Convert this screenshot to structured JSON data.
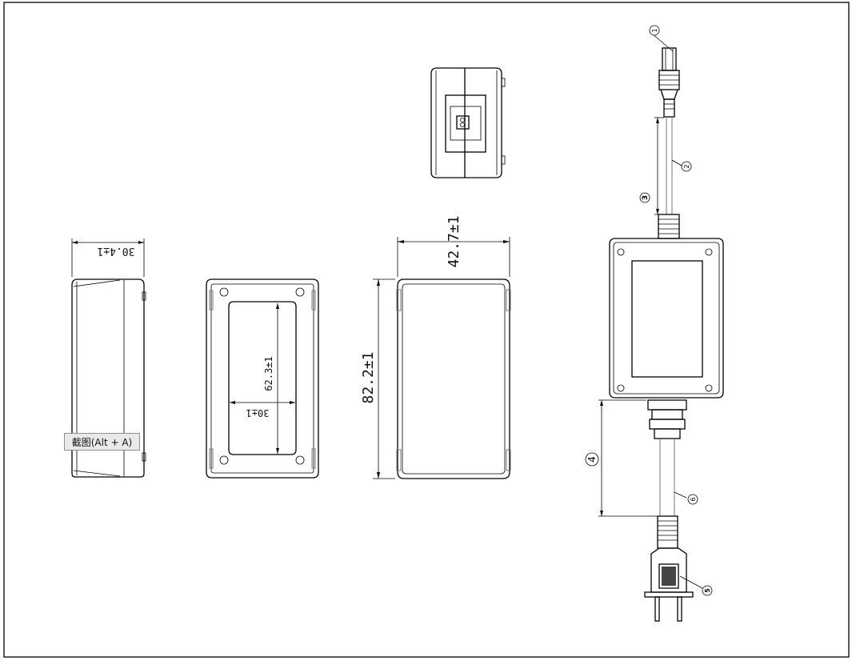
{
  "dimensions": {
    "side_depth": "30.4±1",
    "back_inner_width": "30±1",
    "back_inner_height": "62.3±1",
    "front_width": "42.7±1",
    "front_height": "82.2±1"
  },
  "callouts": {
    "c1": "1",
    "c2": "2",
    "c3": "3",
    "c4": "4",
    "c5": "5",
    "c6": "6"
  },
  "tooltip": {
    "text": "截图(Alt + A)"
  }
}
